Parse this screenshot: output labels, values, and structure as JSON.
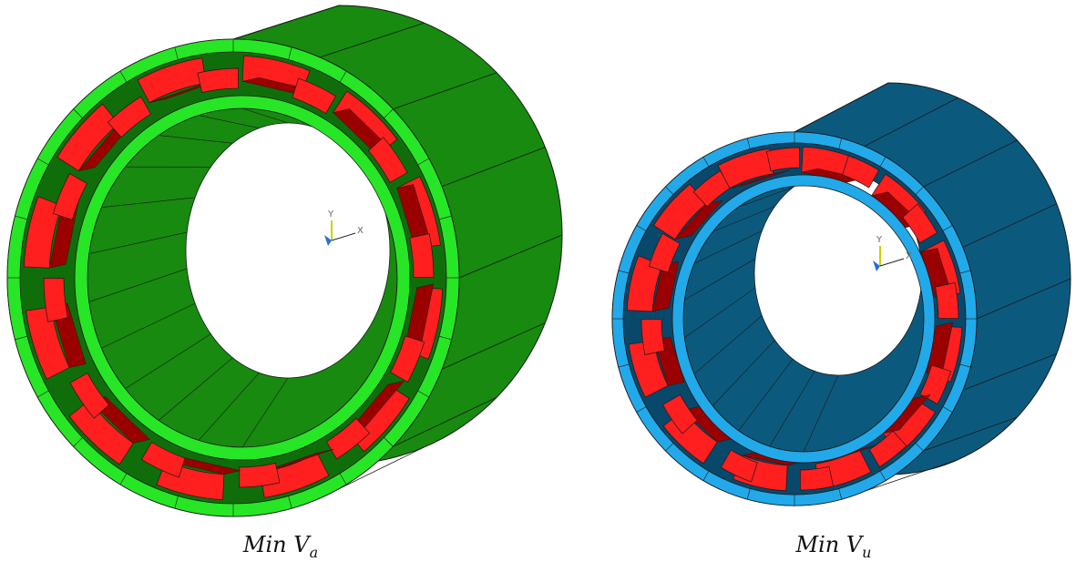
{
  "figures": [
    {
      "caption_main": "Min V",
      "caption_sub": "a",
      "colors": {
        "body": "#178a0f",
        "body_dark": "#0f6e0a",
        "rim": "#27e625",
        "magnet": "#ff1f1f",
        "magnet_dark": "#9a0000",
        "edge": "#1a1a1a"
      },
      "axes_labels": {
        "x": "X",
        "y": "Y"
      }
    },
    {
      "caption_main": "Min V",
      "caption_sub": "u",
      "colors": {
        "body": "#0b5a7e",
        "body_dark": "#08486a",
        "rim": "#22a9ea",
        "magnet": "#ff1f1f",
        "magnet_dark": "#9a0000",
        "edge": "#1a1a1a"
      },
      "axes_labels": {
        "x": "X",
        "y": "Y"
      }
    }
  ]
}
